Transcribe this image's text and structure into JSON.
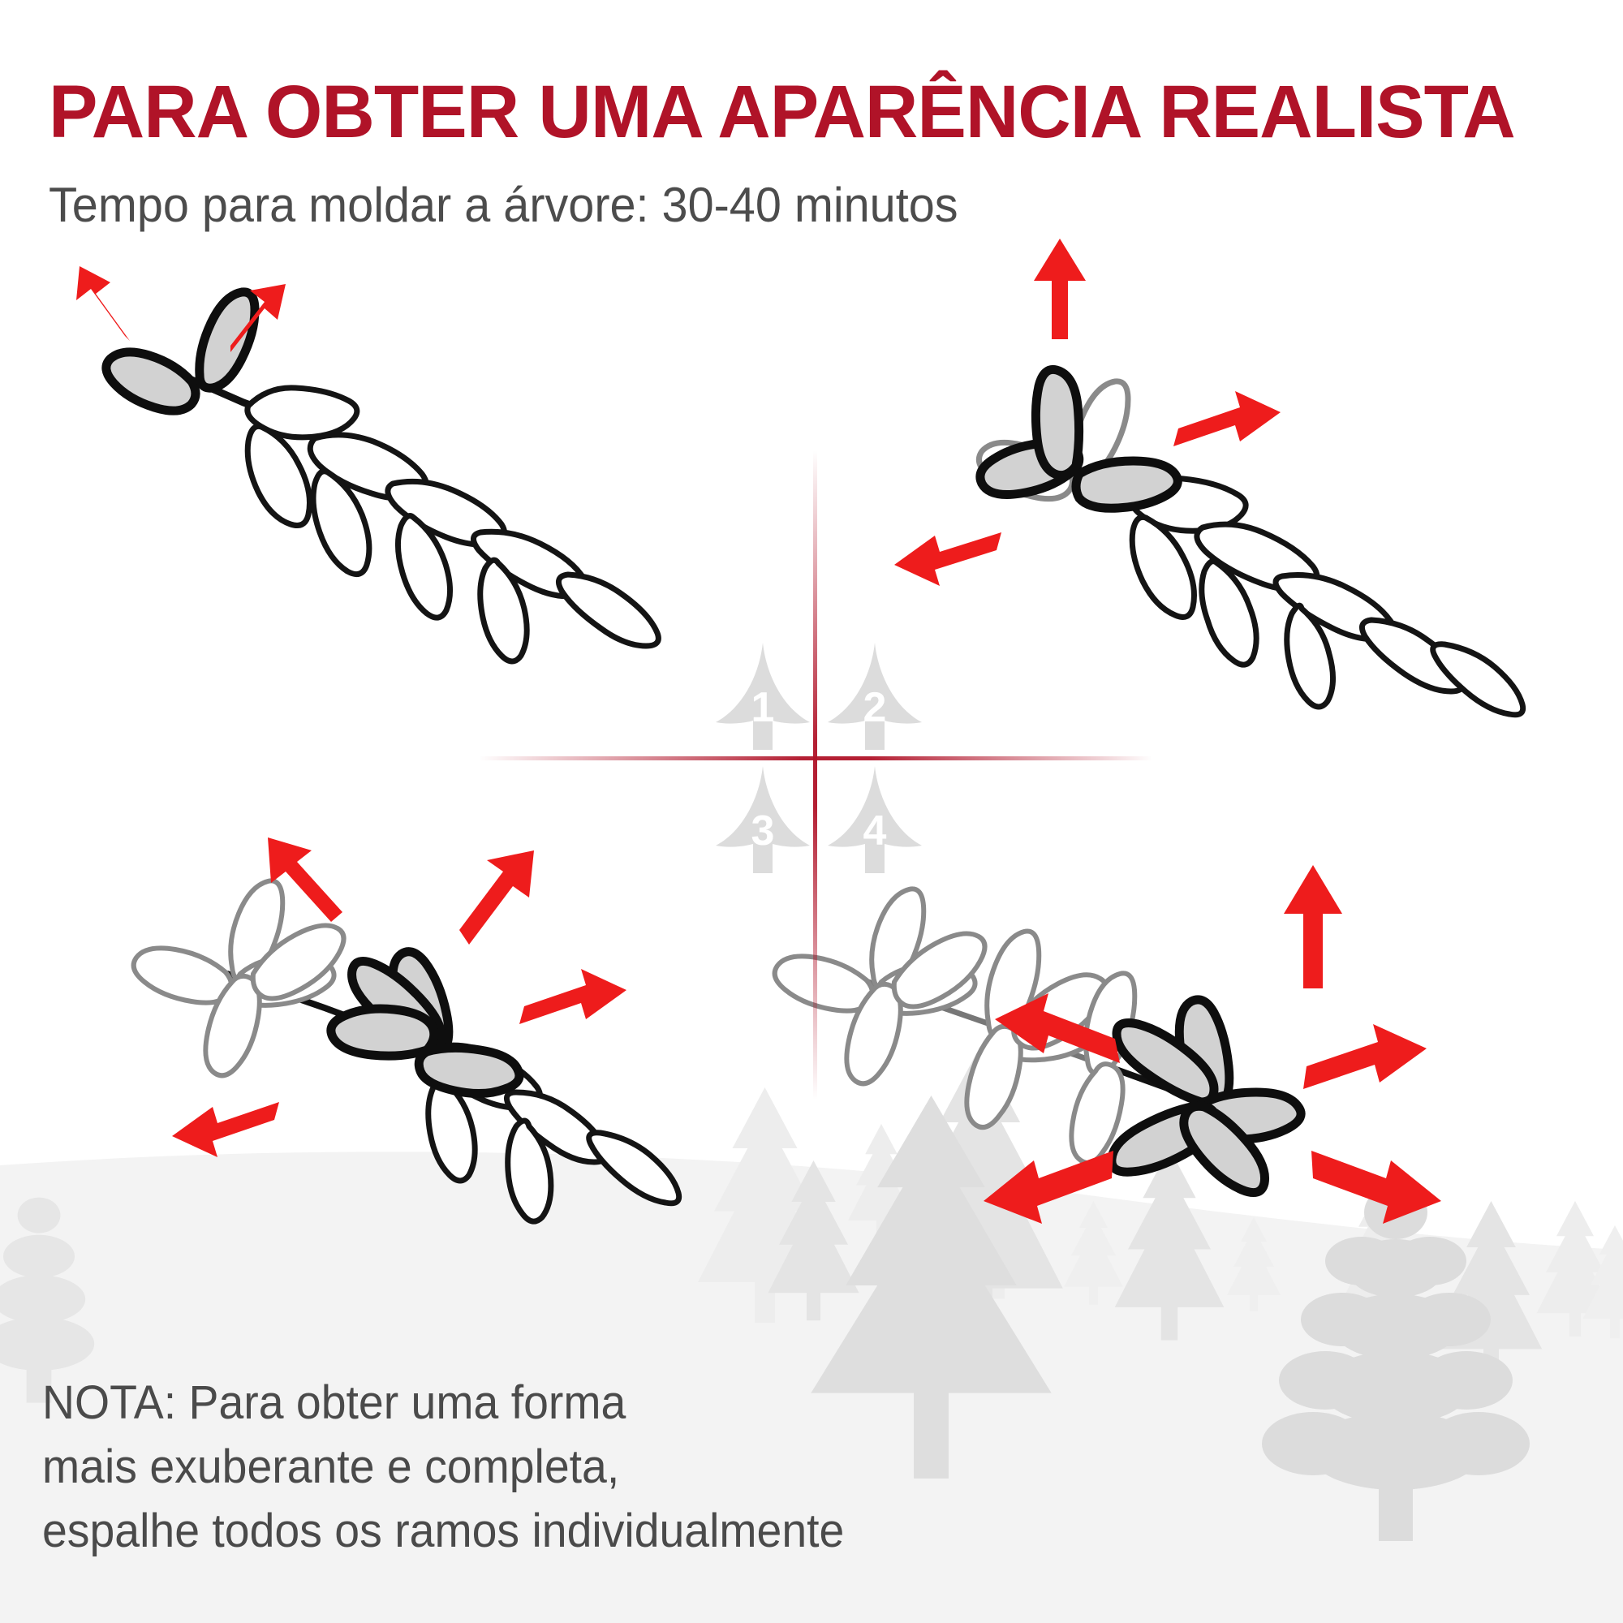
{
  "header": {
    "title": "PARA OBTER UMA APARÊNCIA REALISTA",
    "subtitle": "Tempo para moldar a árvore: 30-40 minutos"
  },
  "colors": {
    "title_red": "#B01328",
    "divider_red": "#B01328",
    "arrow_red": "#EE1C1C",
    "branch_fill": "#D2D2D2",
    "branch_outline": "#111111",
    "ghost_outline": "#6E6E6E",
    "marker_tree": "#DCDCDC",
    "marker_number": "#FFFFFF",
    "note_text": "#4A4A4A",
    "scene_tree": "#E2E2E2",
    "scene_band": "#F2F2F2",
    "background": "#FFFFFF"
  },
  "steps": [
    {
      "id": 1,
      "label": "1",
      "icon": "christmas-tree-icon",
      "arrows": 2,
      "shaped_branches": 2
    },
    {
      "id": 2,
      "label": "2",
      "icon": "christmas-tree-icon",
      "arrows": 3,
      "shaped_branches": 3
    },
    {
      "id": 3,
      "label": "3",
      "icon": "christmas-tree-icon",
      "arrows": 4,
      "shaped_branches": 4
    },
    {
      "id": 4,
      "label": "4",
      "icon": "christmas-tree-icon",
      "arrows": 5,
      "shaped_branches": 5
    }
  ],
  "panels": [
    {
      "step": 1,
      "name": "branch-shaping-step-1"
    },
    {
      "step": 2,
      "name": "branch-shaping-step-2"
    },
    {
      "step": 3,
      "name": "branch-shaping-step-3"
    },
    {
      "step": 4,
      "name": "branch-shaping-step-4"
    }
  ],
  "note": {
    "text": "NOTA: Para obter uma forma\nmais exuberante e completa,\nespalhe todos os ramos individualmente"
  }
}
